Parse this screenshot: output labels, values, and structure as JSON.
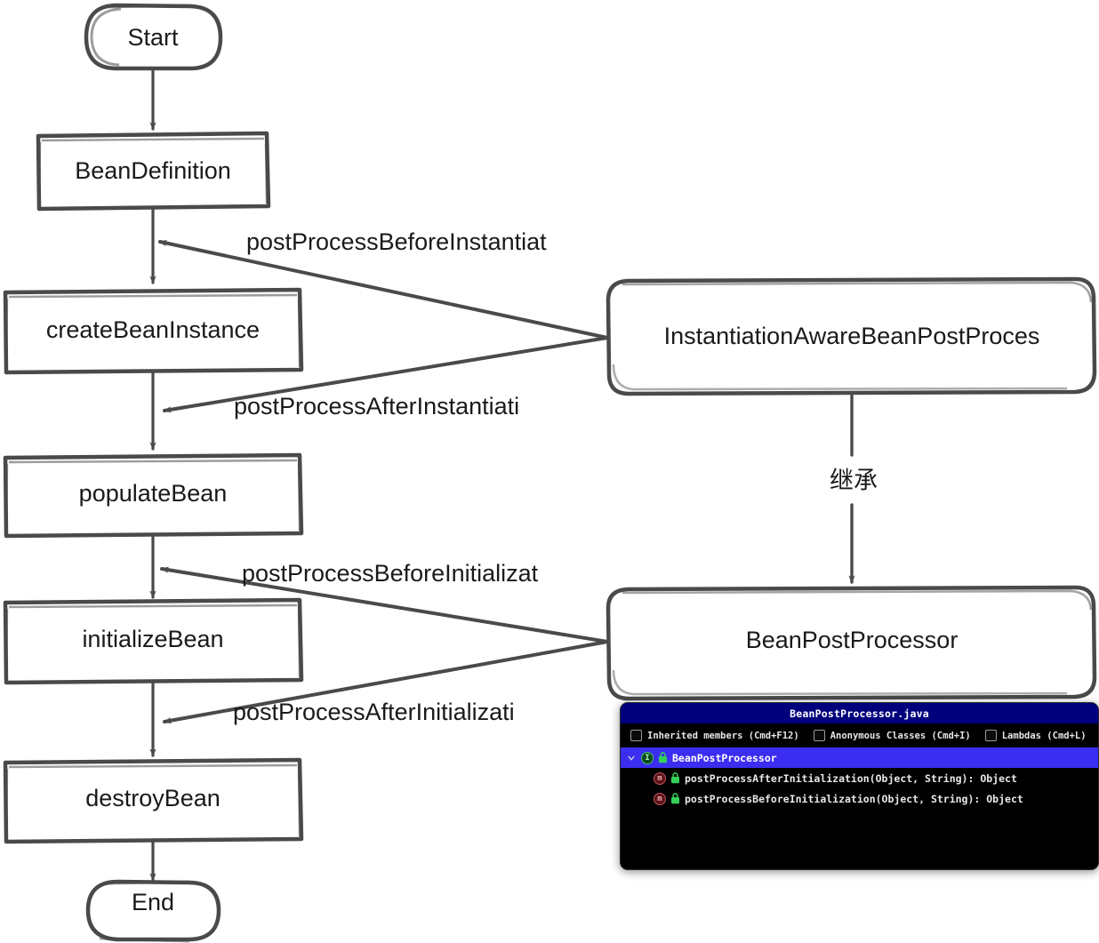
{
  "diagram": {
    "style": "hand-drawn-sketch",
    "stroke_color": "#4a4a4a",
    "text_color": "#1a1a1a",
    "background": "#ffffff",
    "nodes": [
      {
        "id": "start",
        "shape": "stadium",
        "label": "Start"
      },
      {
        "id": "beanDefinition",
        "shape": "rect",
        "label": "BeanDefinition"
      },
      {
        "id": "createBeanInstance",
        "shape": "rect",
        "label": "createBeanInstance"
      },
      {
        "id": "populateBean",
        "shape": "rect",
        "label": "populateBean"
      },
      {
        "id": "initializeBean",
        "shape": "rect",
        "label": "initializeBean"
      },
      {
        "id": "destroyBean",
        "shape": "rect",
        "label": "destroyBean"
      },
      {
        "id": "end",
        "shape": "stadium",
        "label": "End"
      },
      {
        "id": "iabpp",
        "shape": "rounded",
        "label": "InstantiationAwareBeanPostProces"
      },
      {
        "id": "bpp",
        "shape": "rounded",
        "label": "BeanPostProcessor"
      }
    ],
    "edges": [
      {
        "from": "iabpp",
        "to": "beanDefinition-createBeanInstance",
        "label": "postProcessBeforeInstantiat"
      },
      {
        "from": "iabpp",
        "to": "createBeanInstance-populateBean",
        "label": "postProcessAfterInstantiati"
      },
      {
        "from": "bpp",
        "to": "populateBean-initializeBean",
        "label": "postProcessBeforeInitializat"
      },
      {
        "from": "bpp",
        "to": "initializeBean-destroyBean",
        "label": "postProcessAfterInitializati"
      },
      {
        "from": "iabpp",
        "to": "bpp",
        "label": "继承"
      }
    ]
  },
  "popup": {
    "title": "BeanPostProcessor.java",
    "toolbar": {
      "checkboxes": [
        {
          "label": "Inherited members (Cmd+F12)",
          "checked": false
        },
        {
          "label": "Anonymous Classes (Cmd+I)",
          "checked": false
        },
        {
          "label": "Lambdas (Cmd+L)",
          "checked": false
        }
      ],
      "settings_icon": "gear-icon"
    },
    "tree": {
      "root": {
        "label": "BeanPostProcessor",
        "kind": "interface",
        "kind_glyph": "I",
        "expanded": true,
        "selected": true,
        "visibility_icon": "lock-icon"
      },
      "members": [
        {
          "label": "postProcessAfterInitialization(Object, String): Object",
          "kind": "method",
          "kind_glyph": "m",
          "visibility_icon": "lock-icon"
        },
        {
          "label": "postProcessBeforeInitialization(Object, String): Object",
          "kind": "method",
          "kind_glyph": "m",
          "visibility_icon": "lock-icon"
        }
      ]
    },
    "colors": {
      "title_bar": "#00007d",
      "body": "#000000",
      "selection": "#3b2ef0",
      "interface_icon": "#3ec65c",
      "method_icon": "#c0555c"
    }
  }
}
